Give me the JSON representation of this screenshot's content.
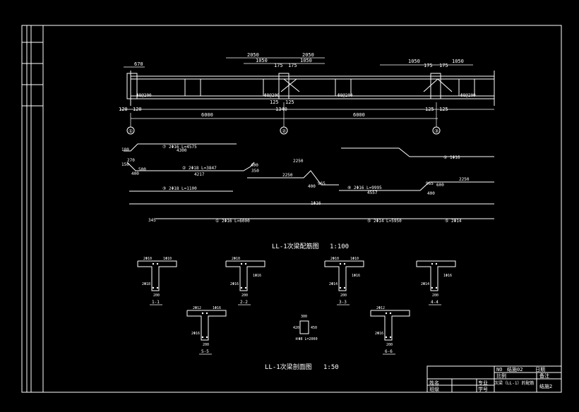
{
  "elevation": {
    "dims_top_left": [
      "2050",
      "1050",
      "175",
      "175",
      "1050"
    ],
    "dims_top_right": [
      "1050",
      "175",
      "175",
      "1050"
    ],
    "dims_top_mid": "2050",
    "dim_670": "670",
    "dim_120a": "120",
    "dim_120b": "120",
    "dim_125a": "125",
    "dim_125b": "125",
    "dim_1340": "1340",
    "dim_125c": "125",
    "dim_125d": "125",
    "dim_6000a": "6000",
    "dim_6000b": "6000",
    "stirrup_labels": [
      "Φ8@200",
      "Φ8@200",
      "Φ8@200",
      "Φ8@200"
    ],
    "axes": [
      "①",
      "②",
      "③"
    ]
  },
  "rebars": {
    "bar7": "⑦ 2Φ16  L=4575",
    "bar7_len": "4300",
    "dim_180": "180",
    "dim_270": "270",
    "dim_150": "150",
    "dim_400a": "400",
    "dim_500": "500",
    "bar2": "② 2Φ18  L=3847",
    "bar2_len": "4217",
    "dim_400b": "400",
    "dim_350": "350",
    "dim_2250a": "2250",
    "bar4": "② 1Φ16",
    "bar3": "③ 2Φ18  L=1100",
    "dim_2250b": "2250",
    "dim_965a": "965",
    "dim_400c": "400",
    "bar8": "⑧ 2Φ16  L=9995",
    "bar8_len": "4557",
    "dim_965b": "965",
    "dim_600": "600",
    "dim_400d": "400",
    "dim_2250c": "2250",
    "bar9": "1Φ16",
    "dim_345": "345",
    "bar1": "① 2Φ16  L=6000",
    "bar5": "⑤ 2Φ14  L=5950",
    "bar6": "⑤ 2Φ14"
  },
  "title1": "LL-1次梁配筋图",
  "scale1": "1:100",
  "sections": [
    {
      "top": "2Φ10",
      "top2": "1Φ10",
      "bottom": "2Φ18",
      "side": "",
      "width": "200",
      "label": "1-1"
    },
    {
      "top": "2Φ10",
      "top2": "",
      "bottom": "2Φ16",
      "side": "1Φ16",
      "width": "200",
      "label": "2-2"
    },
    {
      "top": "2Φ10",
      "top2": "1Φ10",
      "bottom": "2Φ14",
      "side": "1Φ16",
      "width": "200",
      "label": "3-3"
    },
    {
      "top": "",
      "top2": "",
      "bottom": "2Φ14",
      "side": "1Φ16",
      "width": "200",
      "label": "4-4"
    },
    {
      "top": "2Φ12",
      "top2": "1Φ16",
      "bottom": "2Φ16",
      "side": "",
      "width": "200",
      "label": "5-5"
    },
    {
      "top": "2Φ12",
      "top2": "",
      "bottom": "2Φ16",
      "side": "",
      "width": "200",
      "label": "6-6"
    }
  ],
  "stirrup_detail": {
    "top": "300",
    "left": "420",
    "right": "450",
    "label": "④Φ8 L=2000"
  },
  "title2": "LL-1次梁剖面图",
  "scale2": "1:50",
  "title_block": {
    "drawing_no": "NO",
    "drawing_no_val": "结施02",
    "date_label": "日期",
    "ratio_label": "比例",
    "notes_label": "备注",
    "name_label": "姓名",
    "major_label": "专业",
    "drawing_name": "次梁（LL-1）的配筋",
    "sheet_label": "结施2",
    "class_label": "班级",
    "id_label": "学号"
  }
}
